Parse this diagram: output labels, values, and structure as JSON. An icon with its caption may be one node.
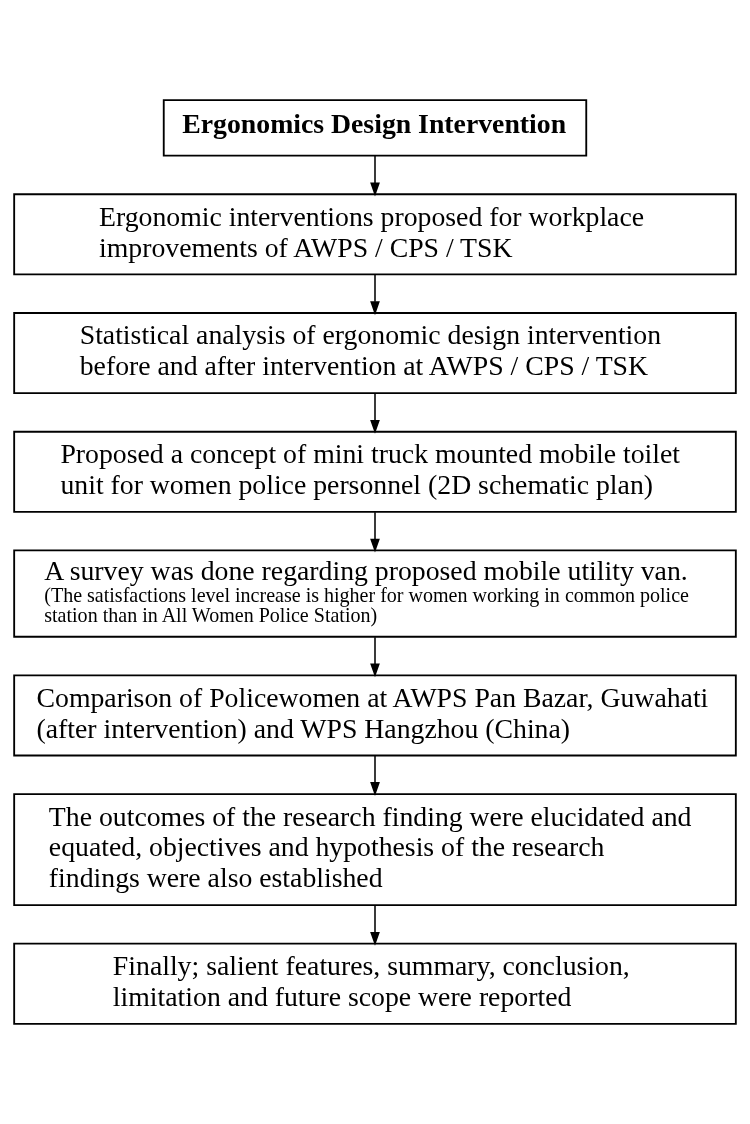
{
  "diagram": {
    "nodes": [
      {
        "text": [
          "Ergonomics Design Intervention"
        ]
      },
      {
        "text": [
          "Ergonomic interventions proposed for workplace improvements of AWPS / CPS / TSK"
        ]
      },
      {
        "text": [
          "Statistical analysis of ergonomic design intervention before and after intervention at AWPS / CPS / TSK"
        ]
      },
      {
        "text": [
          "Proposed a concept of mini truck mounted mobile toilet unit for women police personnel (2D schematic plan)"
        ]
      },
      {
        "text": [
          "A survey was done regarding proposed mobile utility van.",
          "(The satisfactions level increase is higher for women working in common police station than in All Women Police Station)"
        ]
      },
      {
        "text": [
          "Comparison of Policewomen at AWPS Pan Bazar, Guwahati (after intervention) and WPS Hangzhou (China)"
        ]
      },
      {
        "text": [
          "The outcomes of the research finding were elucidated and equated, objectives and hypothesis of the research findings were also established"
        ]
      },
      {
        "text": [
          "Finally; salient features, summary, conclusion, limitation and future scope were reported"
        ]
      }
    ],
    "edges": [
      {
        "from": 0,
        "to": 1,
        "arrow": "to"
      },
      {
        "from": 1,
        "to": 2,
        "arrow": "to"
      },
      {
        "from": 2,
        "to": 3,
        "arrow": "to"
      },
      {
        "from": 3,
        "to": 4,
        "arrow": "to"
      },
      {
        "from": 4,
        "to": 5,
        "arrow": "to"
      },
      {
        "from": 5,
        "to": 6,
        "arrow": "to"
      },
      {
        "from": 6,
        "to": 7,
        "arrow": "to"
      }
    ]
  }
}
